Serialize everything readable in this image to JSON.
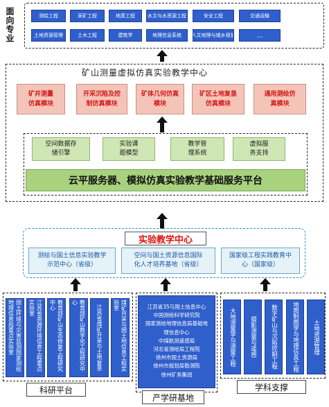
{
  "orientation_label": "面向专业",
  "majors": {
    "row1": [
      "测绘工程",
      "采矿工程",
      "地质工程",
      "水文与水资源工程",
      "安全工程",
      "交通运输"
    ],
    "row2": [
      "土地资源管理",
      "土木工程",
      "建筑学",
      "地理信息系统",
      "人文地理与城乡规划",
      "..."
    ]
  },
  "center_title": "矿山测量虚拟仿真实验教学中心",
  "modules": [
    "矿井测量\n仿真模块",
    "开采沉陷及控\n制仿真模块",
    "矿体几何仿真\n模块",
    "矿区土地复垦\n仿真模块",
    "通用测绘仿\n真模块"
  ],
  "services": [
    "空间数据存\n储引擎",
    "实验课\n题模型",
    "教学管\n理系统",
    "虚拟服\n务支持"
  ],
  "platform_title": "云平服务器、模拟仿真实验教学基础服务平台",
  "exp_center_title": "实验教学中心",
  "exp_centers": [
    "测绘与国土信息实验教学\n示范中心（省级）",
    "空间与国土资源信息国际\n化人才培养基地（省级）",
    "国家级工程实践教育中\n心（国家级）"
  ],
  "research_platforms": [
    "国土环境与灾害监测国家测绘地理信息局重点实验室",
    "江苏省资源环境信息工程重点实验室",
    "教育部矿山生态修复工程研究中心",
    "教育部矿山数字化工程研究中心",
    "江苏省煤矿开采与土地复垦",
    "煤矿开采与国土地信息工程实验室"
  ],
  "industry_list": [
    "江苏省35与国土信息中心",
    "中国测绘科学研究院",
    "国家测绘地理信息局基础地",
    "理信息中心",
    "中煤航测遥感局",
    "河北省测绘局工程院",
    "徐州市国土资源局",
    "徐州市规划局勘测院",
    "徐州矿务集团"
  ],
  "subjects": [
    "大地测量学与测量工程",
    "摄影测量与遥感",
    "数字矿山与沉陷控制工程",
    "地图制图学与地理信息工程",
    "土地资源管理"
  ],
  "bottom_labels": {
    "left": "科研平台",
    "center": "产学研基地",
    "right": "学科支撑"
  },
  "colors": {
    "tile_blue": "#2f5fcb",
    "module_red_text": "#d21a1a",
    "module_pink": "#f5c4b8",
    "service_green": "#cfe6b5",
    "platform_green": "#a8d27e",
    "center_box_blue": "#e5f2f8",
    "banner_red": "#e01010"
  }
}
